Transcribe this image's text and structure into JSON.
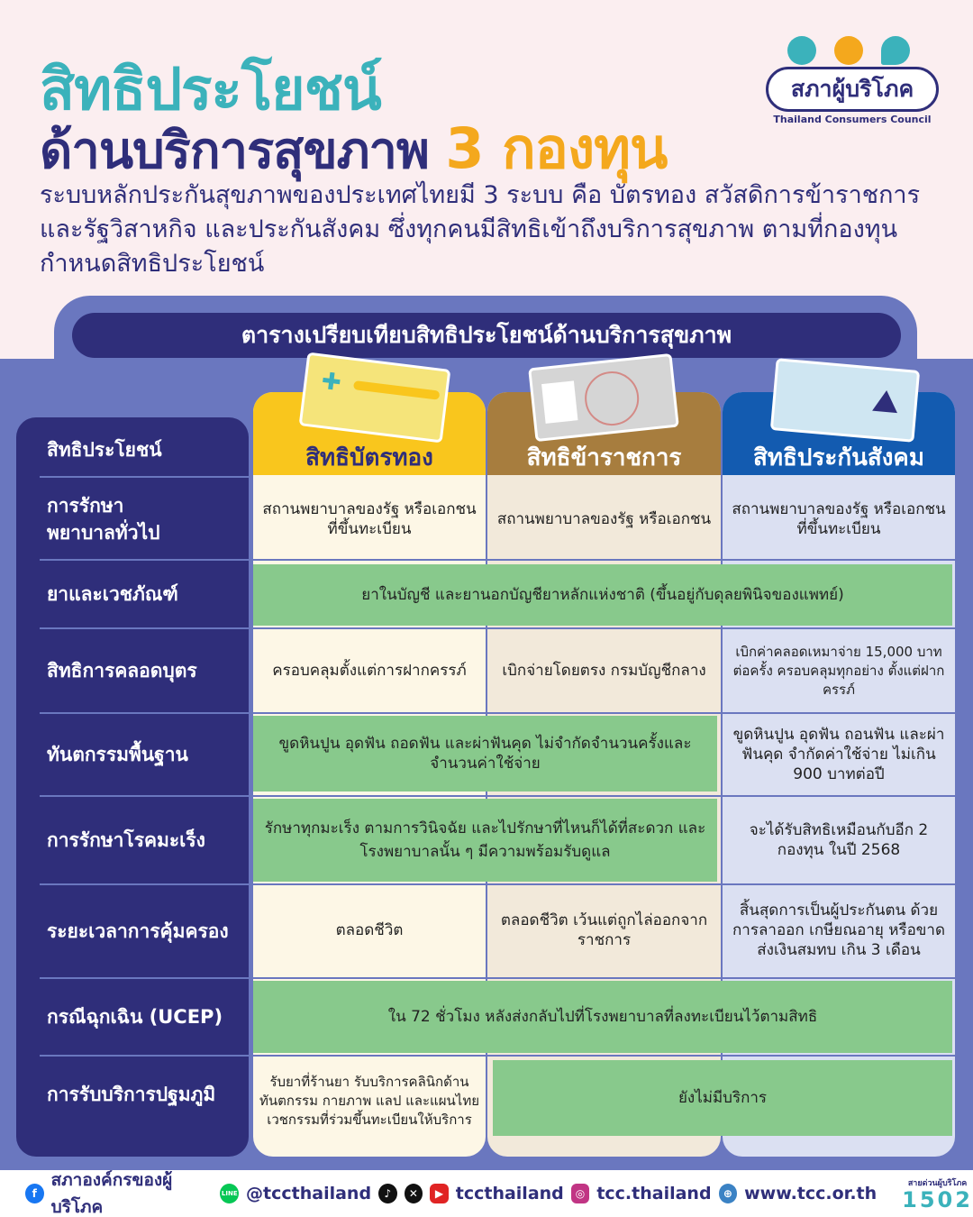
{
  "header": {
    "title_line1": "สิทธิประโยชน์",
    "title_line2": "ด้านบริการสุขภาพ",
    "title_accent": "3 กองทุน",
    "intro": "ระบบหลักประกันสุขภาพของประเทศไทยมี 3 ระบบ คือ บัตรทอง สวัสดิการข้าราชการและรัฐวิสาหกิจ และประกันสังคม ซึ่งทุกคนมีสิทธิเข้าถึงบริการสุขภาพ ตามที่กองทุนกำหนดสิทธิประโยชน์"
  },
  "logo": {
    "name": "สภาผู้บริโภค",
    "subtitle": "Thailand Consumers Council"
  },
  "banner": "ตารางเปรียบเทียบสิทธิประโยชน์ด้านบริการสุขภาพ",
  "table": {
    "corner_label": "สิทธิประโยชน์",
    "columns": [
      "สิทธิบัตรทอง",
      "สิทธิข้าราชการ",
      "สิทธิประกันสังคม"
    ],
    "rows": [
      {
        "label": "การรักษาพยาบาลทั่วไป",
        "gold": "สถานพยาบาลของรัฐ หรือเอกชน ที่ขึ้นทะเบียน",
        "civil": "สถานพยาบาลของรัฐ หรือเอกชน",
        "social": "สถานพยาบาลของรัฐ หรือเอกชนที่ขึ้นทะเบียน"
      },
      {
        "label": "ยาและเวชภัณฑ์",
        "merged_all": "ยาในบัญชี และยานอกบัญชียาหลักแห่งชาติ (ขึ้นอยู่กับดุลยพินิจของแพทย์)"
      },
      {
        "label": "สิทธิการคลอดบุตร",
        "gold": "ครอบคลุมตั้งแต่การฝากครรภ์",
        "civil": "เบิกจ่ายโดยตรง กรมบัญชีกลาง",
        "social": "เบิกค่าคลอดเหมาจ่าย 15,000 บาทต่อครั้ง ครอบคลุมทุกอย่าง ตั้งแต่ฝากครรภ์"
      },
      {
        "label": "ทันตกรรมพื้นฐาน",
        "merged_gold_civil": "ขูดหินปูน อุดฟัน ถอดฟัน และผ่าฟันคุด ไม่จำกัดจำนวนครั้งและจำนวนค่าใช้จ่าย",
        "social": "ขูดหินปูน อุดฟัน ถอนฟัน และผ่าฟันคุด จำกัดค่าใช้จ่าย ไม่เกิน 900 บาทต่อปี"
      },
      {
        "label": "การรักษาโรคมะเร็ง",
        "merged_gold_civil": "รักษาทุกมะเร็ง ตามการวินิจฉัย และไปรักษาที่ไหนก็ได้ที่สะดวก และโรงพยาบาลนั้น ๆ มีความพร้อมรับดูแล",
        "social": "จะได้รับสิทธิเหมือนกับอีก 2 กองทุน ในปี 2568"
      },
      {
        "label": "ระยะเวลาการคุ้มครอง",
        "gold": "ตลอดชีวิต",
        "civil": "ตลอดชีวิต เว้นแต่ถูกไล่ออกจากราชการ",
        "social": "สิ้นสุดการเป็นผู้ประกันตน ด้วยการลาออก เกษียณอายุ หรือขาดส่งเงินสมทบ เกิน 3 เดือน"
      },
      {
        "label": "กรณีฉุกเฉิน (UCEP)",
        "merged_all": "ใน 72 ชั่วโมง หลังส่งกลับไปที่โรงพยาบาลที่ลงทะเบียนไว้ตามสิทธิ"
      },
      {
        "label": "การรับบริการปฐมภูมิ",
        "gold": "รับยาที่ร้านยา รับบริการคลินิกด้าน ทันตกรรม กายภาพ แลป และแผนไทย เวชกรรมที่ร่วมขึ้นทะเบียนให้บริการ",
        "merged_civil_social": "ยังไม่มีบริการ"
      }
    ]
  },
  "footer": {
    "facebook": "สภาองค์กรของผู้บริโภค",
    "line": "@tccthailand",
    "social_handle": "tccthailand",
    "instagram": "tcc.thailand",
    "website": "www.tcc.or.th",
    "hotline_label": "สายด่วนผู้บริโภค",
    "hotline_number": "1502"
  },
  "colors": {
    "navy": "#2f2e7a",
    "teal": "#3bb2bb",
    "orange": "#f4a81d",
    "gold_header": "#f9c61d",
    "civil_header": "#a77d3e",
    "social_header": "#135bb0",
    "merged_green": "#88c98c",
    "panel": "#6a77bf"
  },
  "icons": [
    "facebook-icon",
    "line-icon",
    "tiktok-icon",
    "x-icon",
    "youtube-icon",
    "instagram-icon",
    "globe-icon"
  ]
}
